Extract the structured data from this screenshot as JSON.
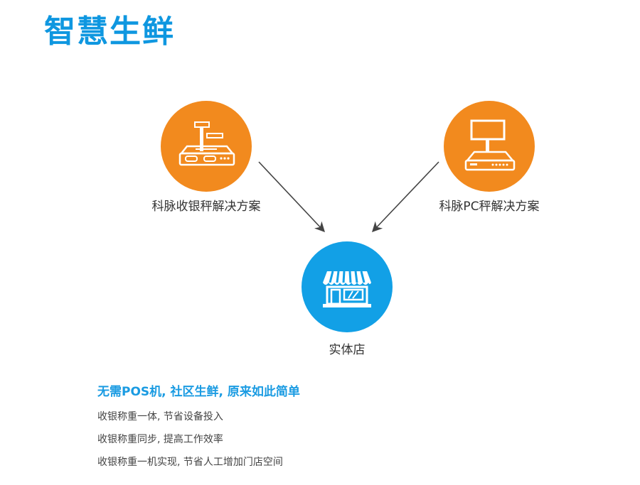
{
  "title": "智慧生鲜",
  "colors": {
    "accent": "#0f97e0",
    "orange": "#f28a1e",
    "blue": "#12a0e6",
    "arrow": "#444444"
  },
  "nodes": {
    "scale": {
      "label": "科脉收银秤解决方案",
      "icon": "cash-register-scale-icon"
    },
    "pc": {
      "label": "科脉PC秤解决方案",
      "icon": "pc-scale-icon"
    },
    "store": {
      "label": "实体店",
      "icon": "storefront-icon"
    }
  },
  "tagline": "无需POS机, 社区生鲜, 原来如此简单",
  "bullets": [
    "收银称重一体, 节省设备投入",
    "收银称重同步, 提高工作效率",
    "收银称重一机实现, 节省人工增加门店空间"
  ]
}
